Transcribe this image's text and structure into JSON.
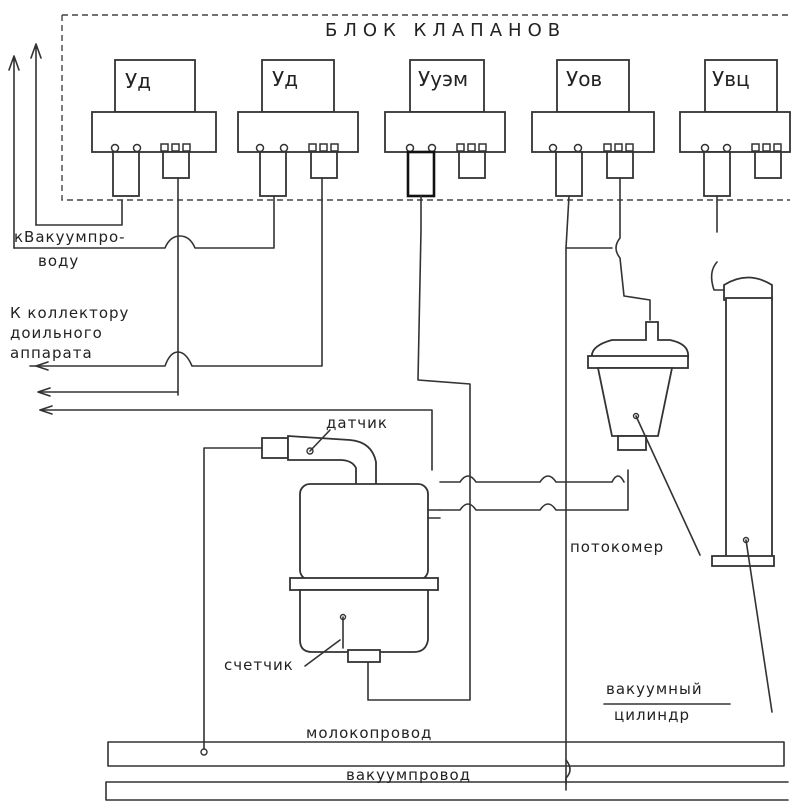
{
  "title": "БЛОК  КЛАПАНОВ",
  "valves": [
    {
      "label": "Уд"
    },
    {
      "label": "Уд"
    },
    {
      "label": "Ууэм"
    },
    {
      "label": "Уов"
    },
    {
      "label": "Увц"
    }
  ],
  "labels": {
    "to_vacuum_line_1": "кВакуумпро-",
    "to_vacuum_line_2": "воду",
    "to_collector_1": "К коллектору",
    "to_collector_2": "доильного",
    "to_collector_3": "аппарата",
    "sensor": "датчик",
    "flowmeter": "потокомер",
    "counter": "счетчик",
    "vacuum_cylinder_1": "вакуумный",
    "vacuum_cylinder_2": "цилиндр",
    "milk_line": "молокопровод",
    "vacuum_line": "вакуумпровод"
  }
}
